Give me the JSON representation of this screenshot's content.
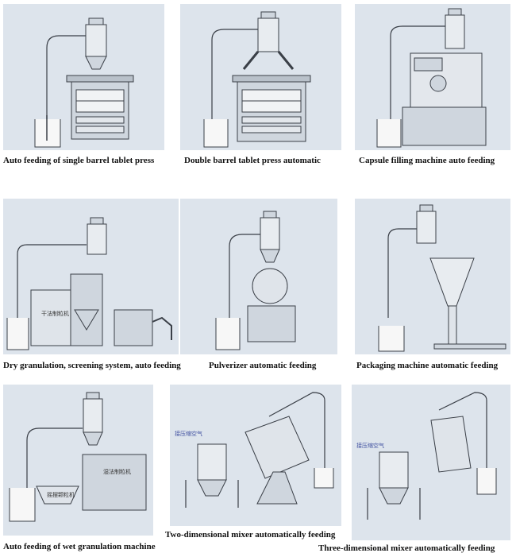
{
  "captions": {
    "single_barrel": "Auto feeding of single barrel tablet press",
    "double_barrel": "Double barrel tablet press automatic",
    "capsule": "Capsule filling machine auto feeding",
    "dry_granulation": "Dry granulation, screening system, auto feeding",
    "pulverizer": "Pulverizer automatic feeding",
    "packaging": "Packaging machine automatic feeding",
    "wet_granulation": "Auto feeding of wet granulation machine",
    "two_dim_mixer": "Two-dimensional mixer automatically feeding",
    "three_dim_mixer": "Three-dimensional mixer automatically feeding"
  },
  "machine_labels": {
    "dry_granulator": "干法制粒机",
    "wet_granulator": "湿法制粒机",
    "sieve": "摇摆颗粒机",
    "air_source_two_dim": "接压缩空气",
    "air_source_three_dim": "接压缩空气"
  },
  "colors": {
    "panel_bg": "#dde4ec",
    "machine_fill": "#cfd6de",
    "outline": "#3a3f47",
    "label_blue": "#4050a0"
  }
}
